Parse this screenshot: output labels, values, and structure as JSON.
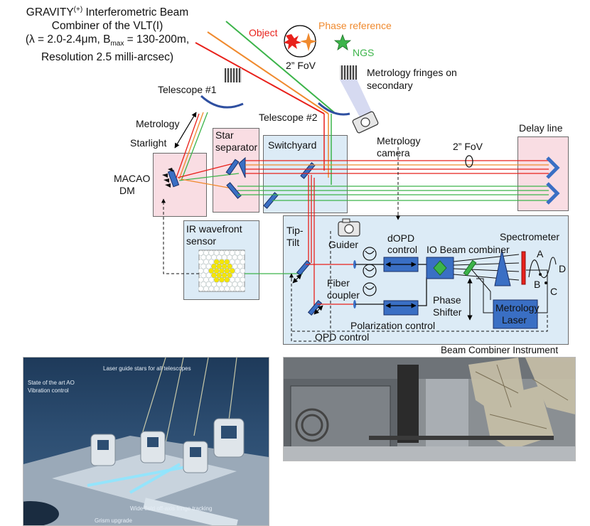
{
  "title": {
    "line1_pre": "GRAVITY",
    "line1_sup": "(+)",
    "line1_post": " Interferometric Beam",
    "line2": "Combiner of the VLT(I)",
    "line3_pre": "(λ = 2.0-2.4μm,  B",
    "line3_sub": "max",
    "line3_post": " = 130-200m,",
    "line4": "Resolution 2.5 milli-arcsec)"
  },
  "sky": {
    "object": "Object",
    "phase_reference": "Phase reference",
    "ngs": "NGS",
    "fov_top": "2” FoV"
  },
  "labels": {
    "metrology_fringes": "Metrology fringes on",
    "secondary": "secondary",
    "telescope1": "Telescope #1",
    "telescope2": "Telescope #2",
    "metrology": "Metrology",
    "starlight": "Starlight",
    "macao": "MACAO",
    "dm": "DM",
    "star": "Star",
    "separator": "separator",
    "switchyard": "Switchyard",
    "metrology_cam1": "Metrology",
    "metrology_cam2": "camera",
    "fov_mid": "2” FoV",
    "delay_line": "Delay line",
    "ir_wavefront1": "IR wavefront",
    "ir_wavefront2": "sensor",
    "tip": "Tip-",
    "tilt": "Tilt",
    "guider": "Guider",
    "dopd1": "dOPD",
    "dopd2": "control",
    "io_beam_combiner": "IO Beam combiner",
    "spectrometer": "Spectrometer",
    "fiber1": "Fiber",
    "fiber2": "coupler",
    "phase1": "Phase",
    "phase2": "Shifter",
    "metrology_laser1": "Metrology",
    "metrology_laser2": "Laser",
    "polarization_control": "Polarization control",
    "opd_control": "OPD control",
    "out_a": "A",
    "out_b": "B",
    "out_c": "C",
    "out_d": "D",
    "beam_combiner_instrument": "Beam Combiner Instrument"
  },
  "photo_left": {
    "caption1": "Laser guide stars for all telescopes",
    "caption2": "State of the art AO",
    "caption3": "Vibration control",
    "caption4": "Wide field off-axis fringe tracking",
    "caption5": "Grism upgrade"
  },
  "colors": {
    "red_beam": "#e8211b",
    "orange_beam": "#f08a2e",
    "green_beam": "#3cb44a",
    "pink_box": "#f9dde3",
    "blue_box": "#dcebf6",
    "component_blue": "#3a6fc4"
  }
}
